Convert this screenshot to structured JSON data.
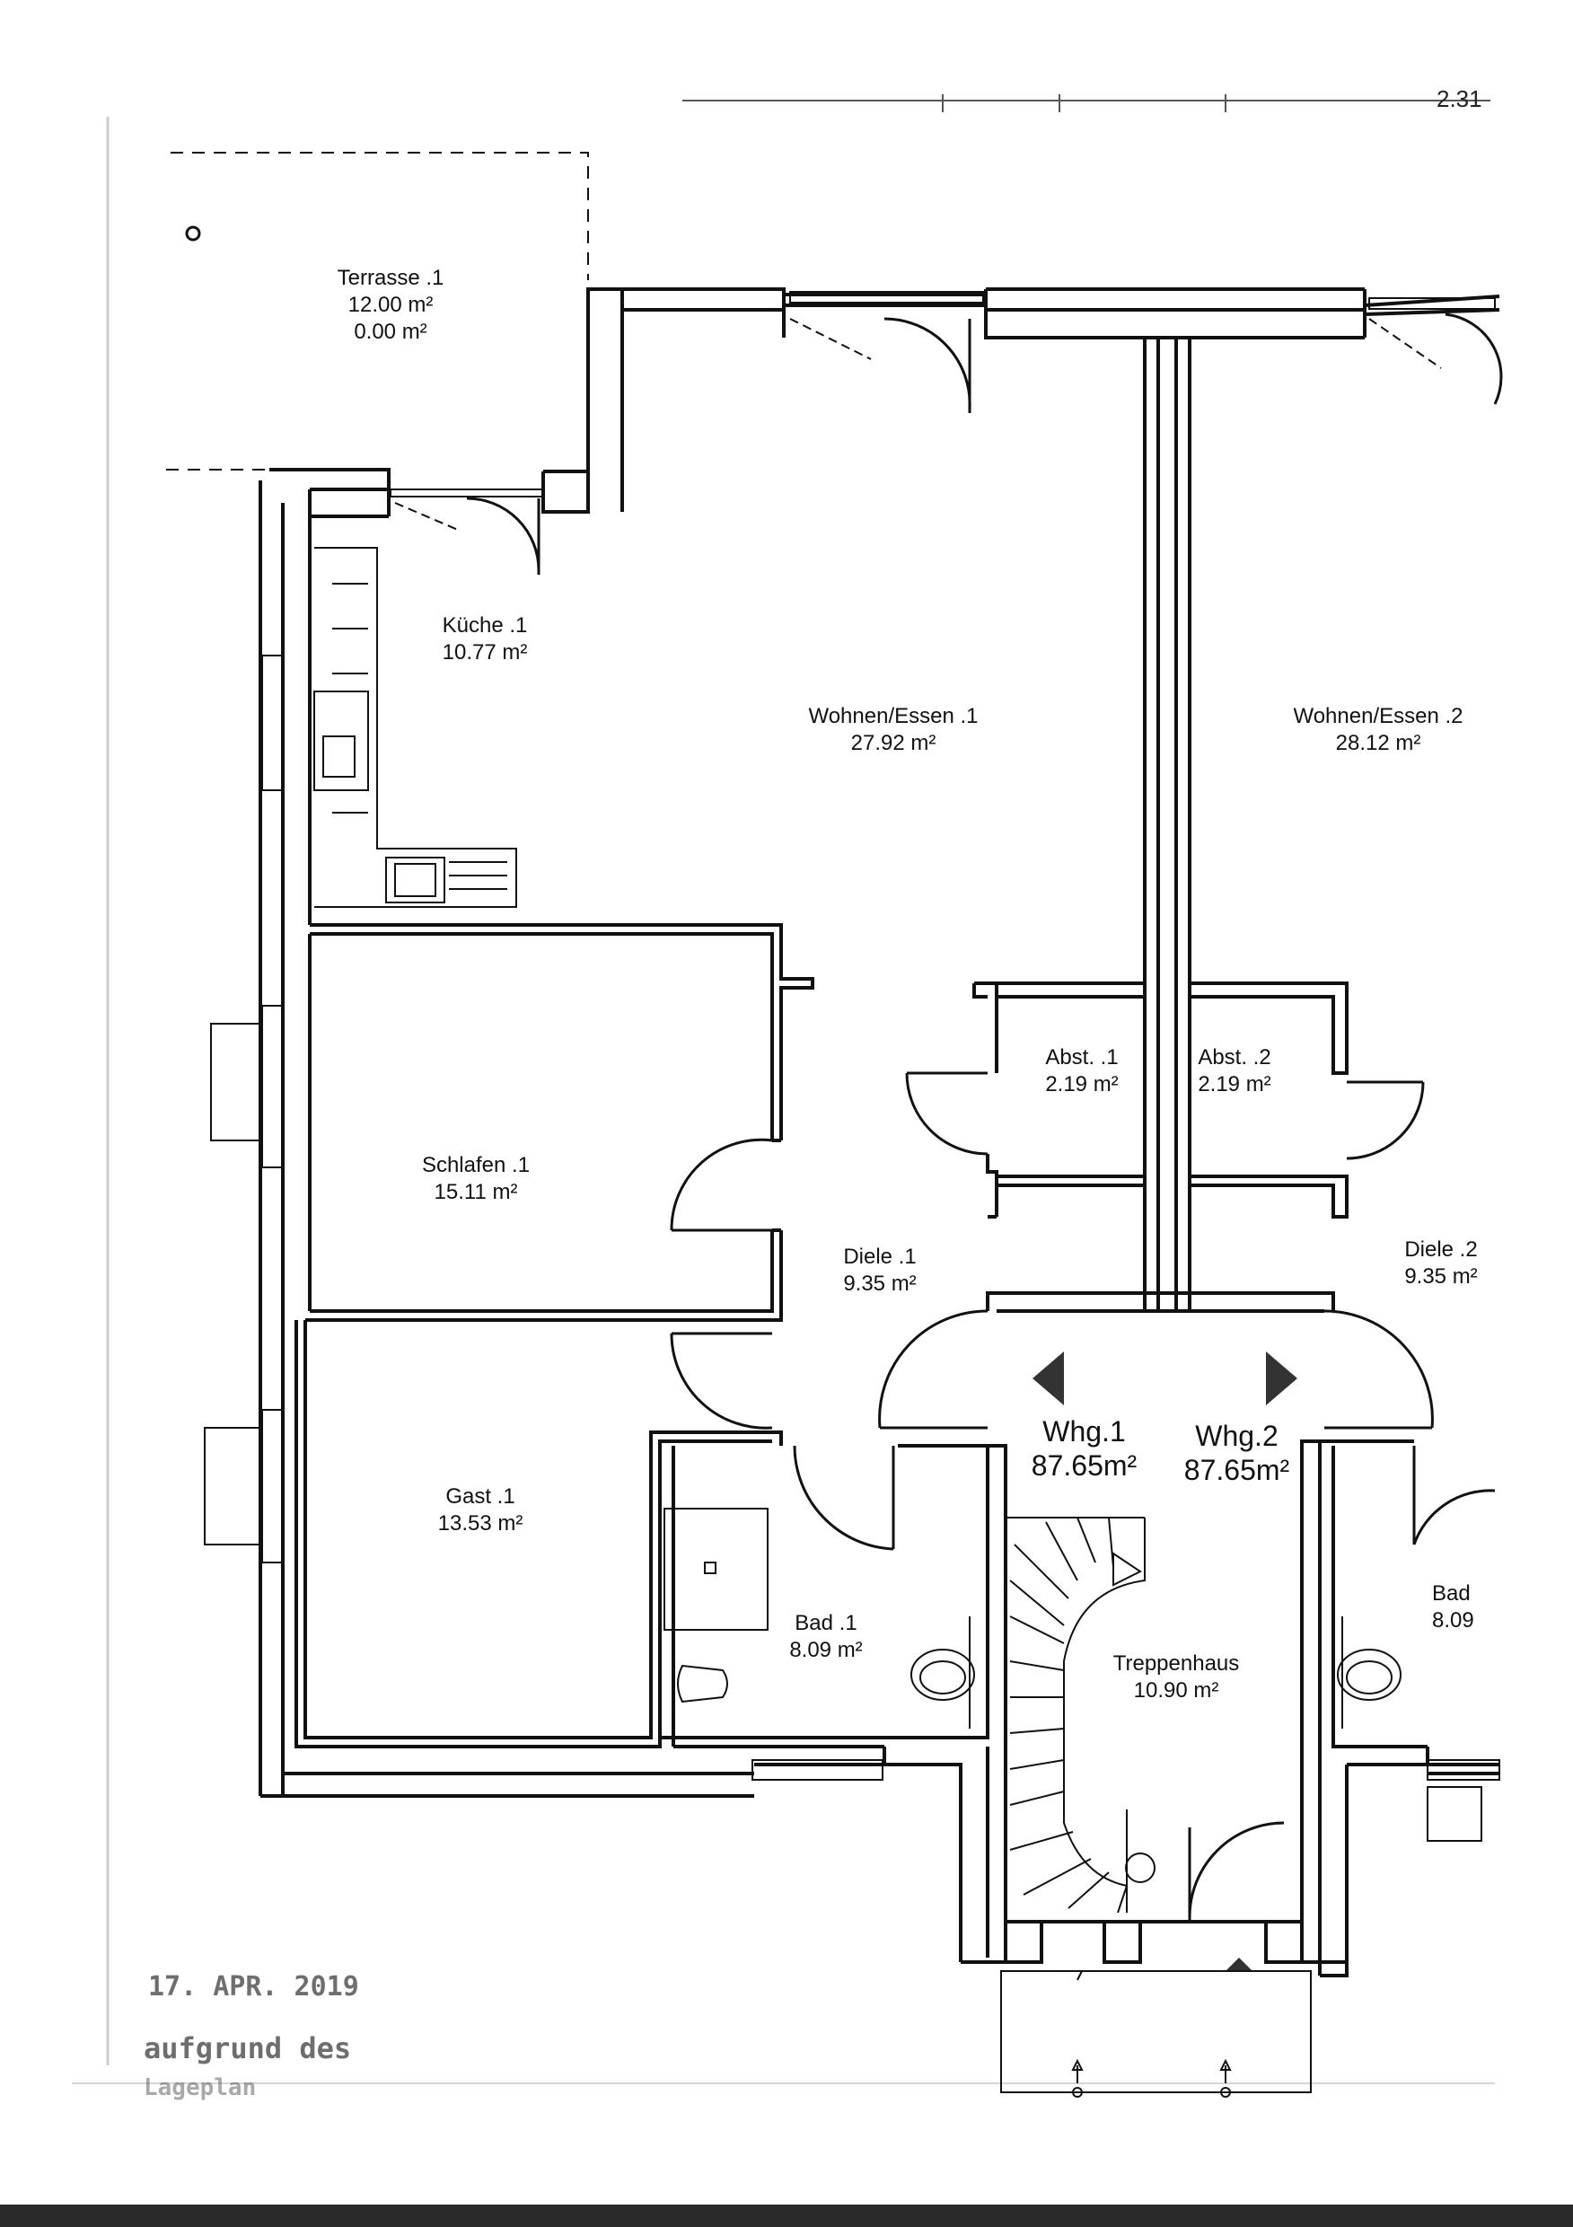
{
  "rooms": {
    "terrace": {
      "name": "Terrasse .1",
      "area": "12.00 m²",
      "area_alt": "0.00 m²"
    },
    "kitchen": {
      "name": "Küche .1",
      "area": "10.77 m²"
    },
    "living1": {
      "name": "Wohnen/Essen .1",
      "area": "27.92 m²"
    },
    "living2": {
      "name": "Wohnen/Essen .2",
      "area": "28.12 m²"
    },
    "storage1": {
      "name": "Abst. .1",
      "area": "2.19 m²"
    },
    "storage2": {
      "name": "Abst. .2",
      "area": "2.19 m²"
    },
    "bedroom": {
      "name": "Schlafen .1",
      "area": "15.11 m²"
    },
    "hall1": {
      "name": "Diele .1",
      "area": "9.35 m²"
    },
    "hall2": {
      "name": "Diele .2",
      "area": "9.35 m²"
    },
    "guest": {
      "name": "Gast .1",
      "area": "13.53 m²"
    },
    "bath1": {
      "name": "Bad .1",
      "area": "8.09 m²"
    },
    "bath2": {
      "name": "Bad",
      "area": "8.09"
    },
    "stairwell": {
      "name": "Treppenhaus",
      "area": "10.90 m²"
    }
  },
  "apartments": {
    "apt1": {
      "name": "Whg.1",
      "area": "87.65m²"
    },
    "apt2": {
      "name": "Whg.2",
      "area": "87.65m²"
    }
  },
  "stamp": {
    "date": "17. APR. 2019",
    "line2": "aufgrund des",
    "line3": "Lageplan"
  },
  "corner_text": "2.31"
}
